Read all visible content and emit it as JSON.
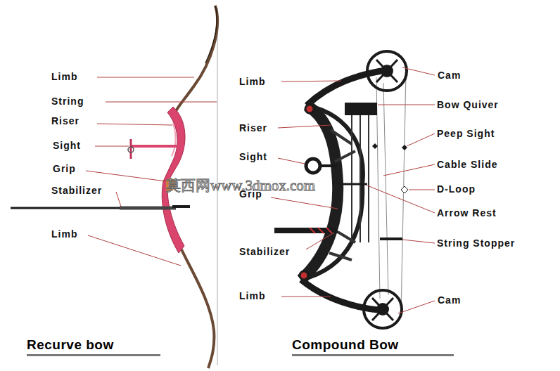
{
  "diagram": {
    "labels": [
      "Limb",
      "String",
      "Riser",
      "Sight",
      "Grip",
      "Stabilizer",
      "Limb",
      "Limb",
      "Riser",
      "Sight",
      "Grip",
      "Stabilizer",
      "Limb",
      "Cam",
      "Bow Quiver",
      "Peep Sight",
      "Cable Slide",
      "D-Loop",
      "Arrow Rest",
      "String Stopper",
      "Cam",
      "Recurve bow",
      "Compound Bow",
      "莫西网www.3dmox.com"
    ]
  }
}
